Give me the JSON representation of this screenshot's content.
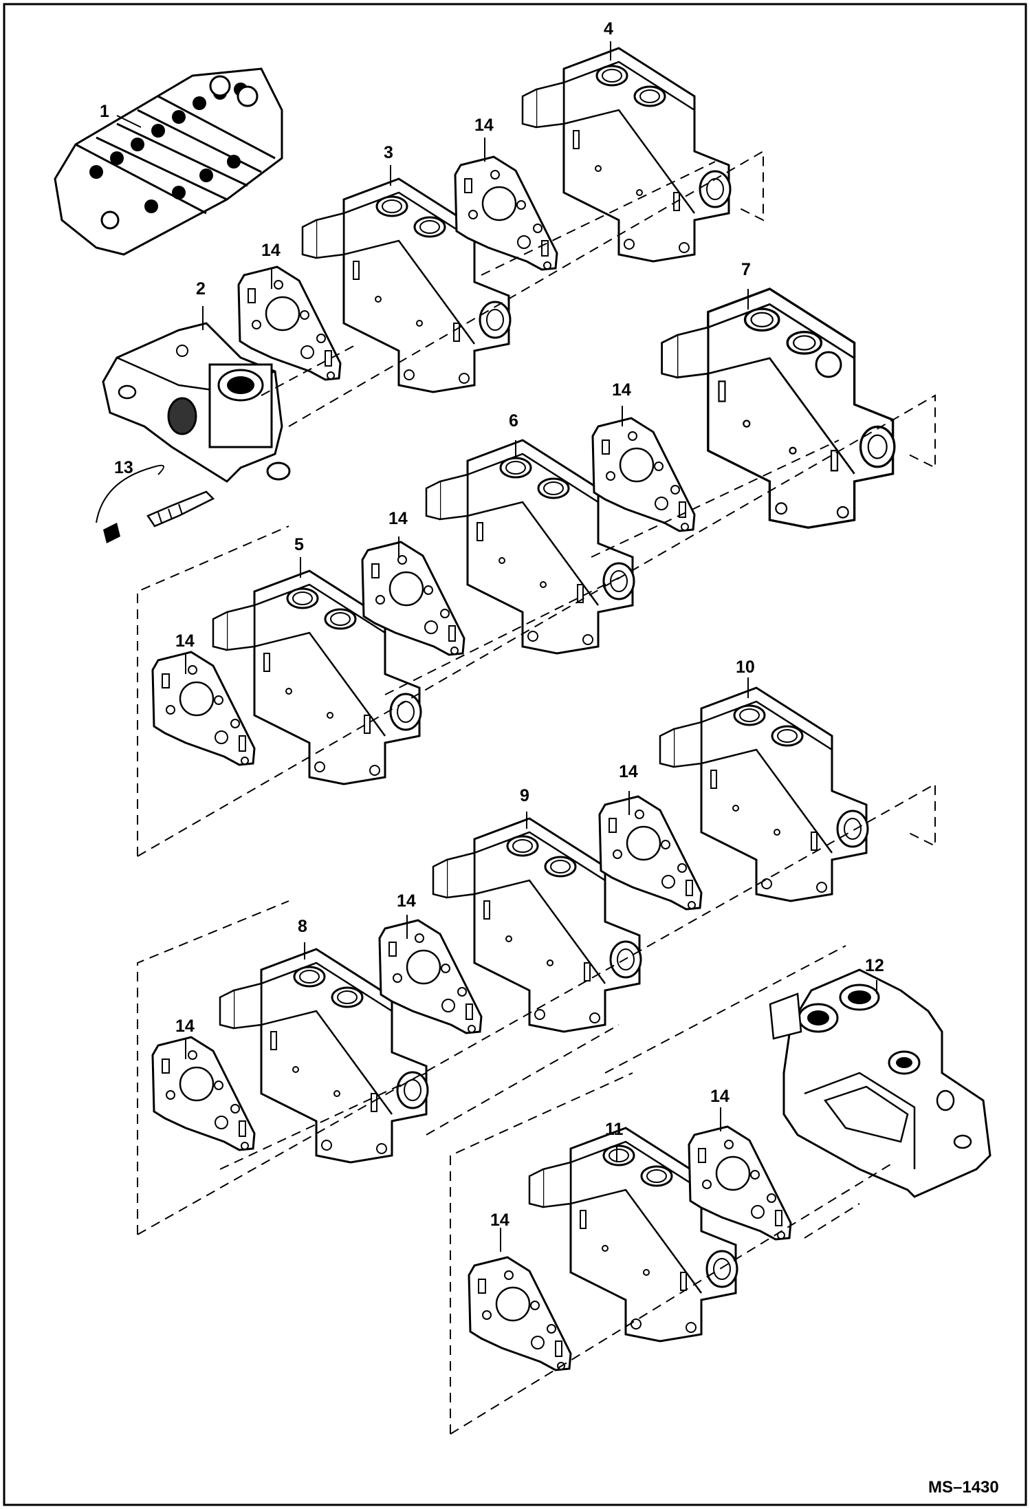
{
  "diagram_code": "MS–1430",
  "callouts": [
    {
      "id": "1",
      "label": "1"
    },
    {
      "id": "2",
      "label": "2"
    },
    {
      "id": "3",
      "label": "3"
    },
    {
      "id": "4",
      "label": "4"
    },
    {
      "id": "5",
      "label": "5"
    },
    {
      "id": "6",
      "label": "6"
    },
    {
      "id": "7",
      "label": "7"
    },
    {
      "id": "8",
      "label": "8"
    },
    {
      "id": "9",
      "label": "9"
    },
    {
      "id": "10",
      "label": "10"
    },
    {
      "id": "11",
      "label": "11"
    },
    {
      "id": "12",
      "label": "12"
    },
    {
      "id": "13",
      "label": "13"
    },
    {
      "id": "14",
      "label": "14"
    }
  ],
  "colors": {
    "line": "#000000",
    "background": "#ffffff"
  }
}
